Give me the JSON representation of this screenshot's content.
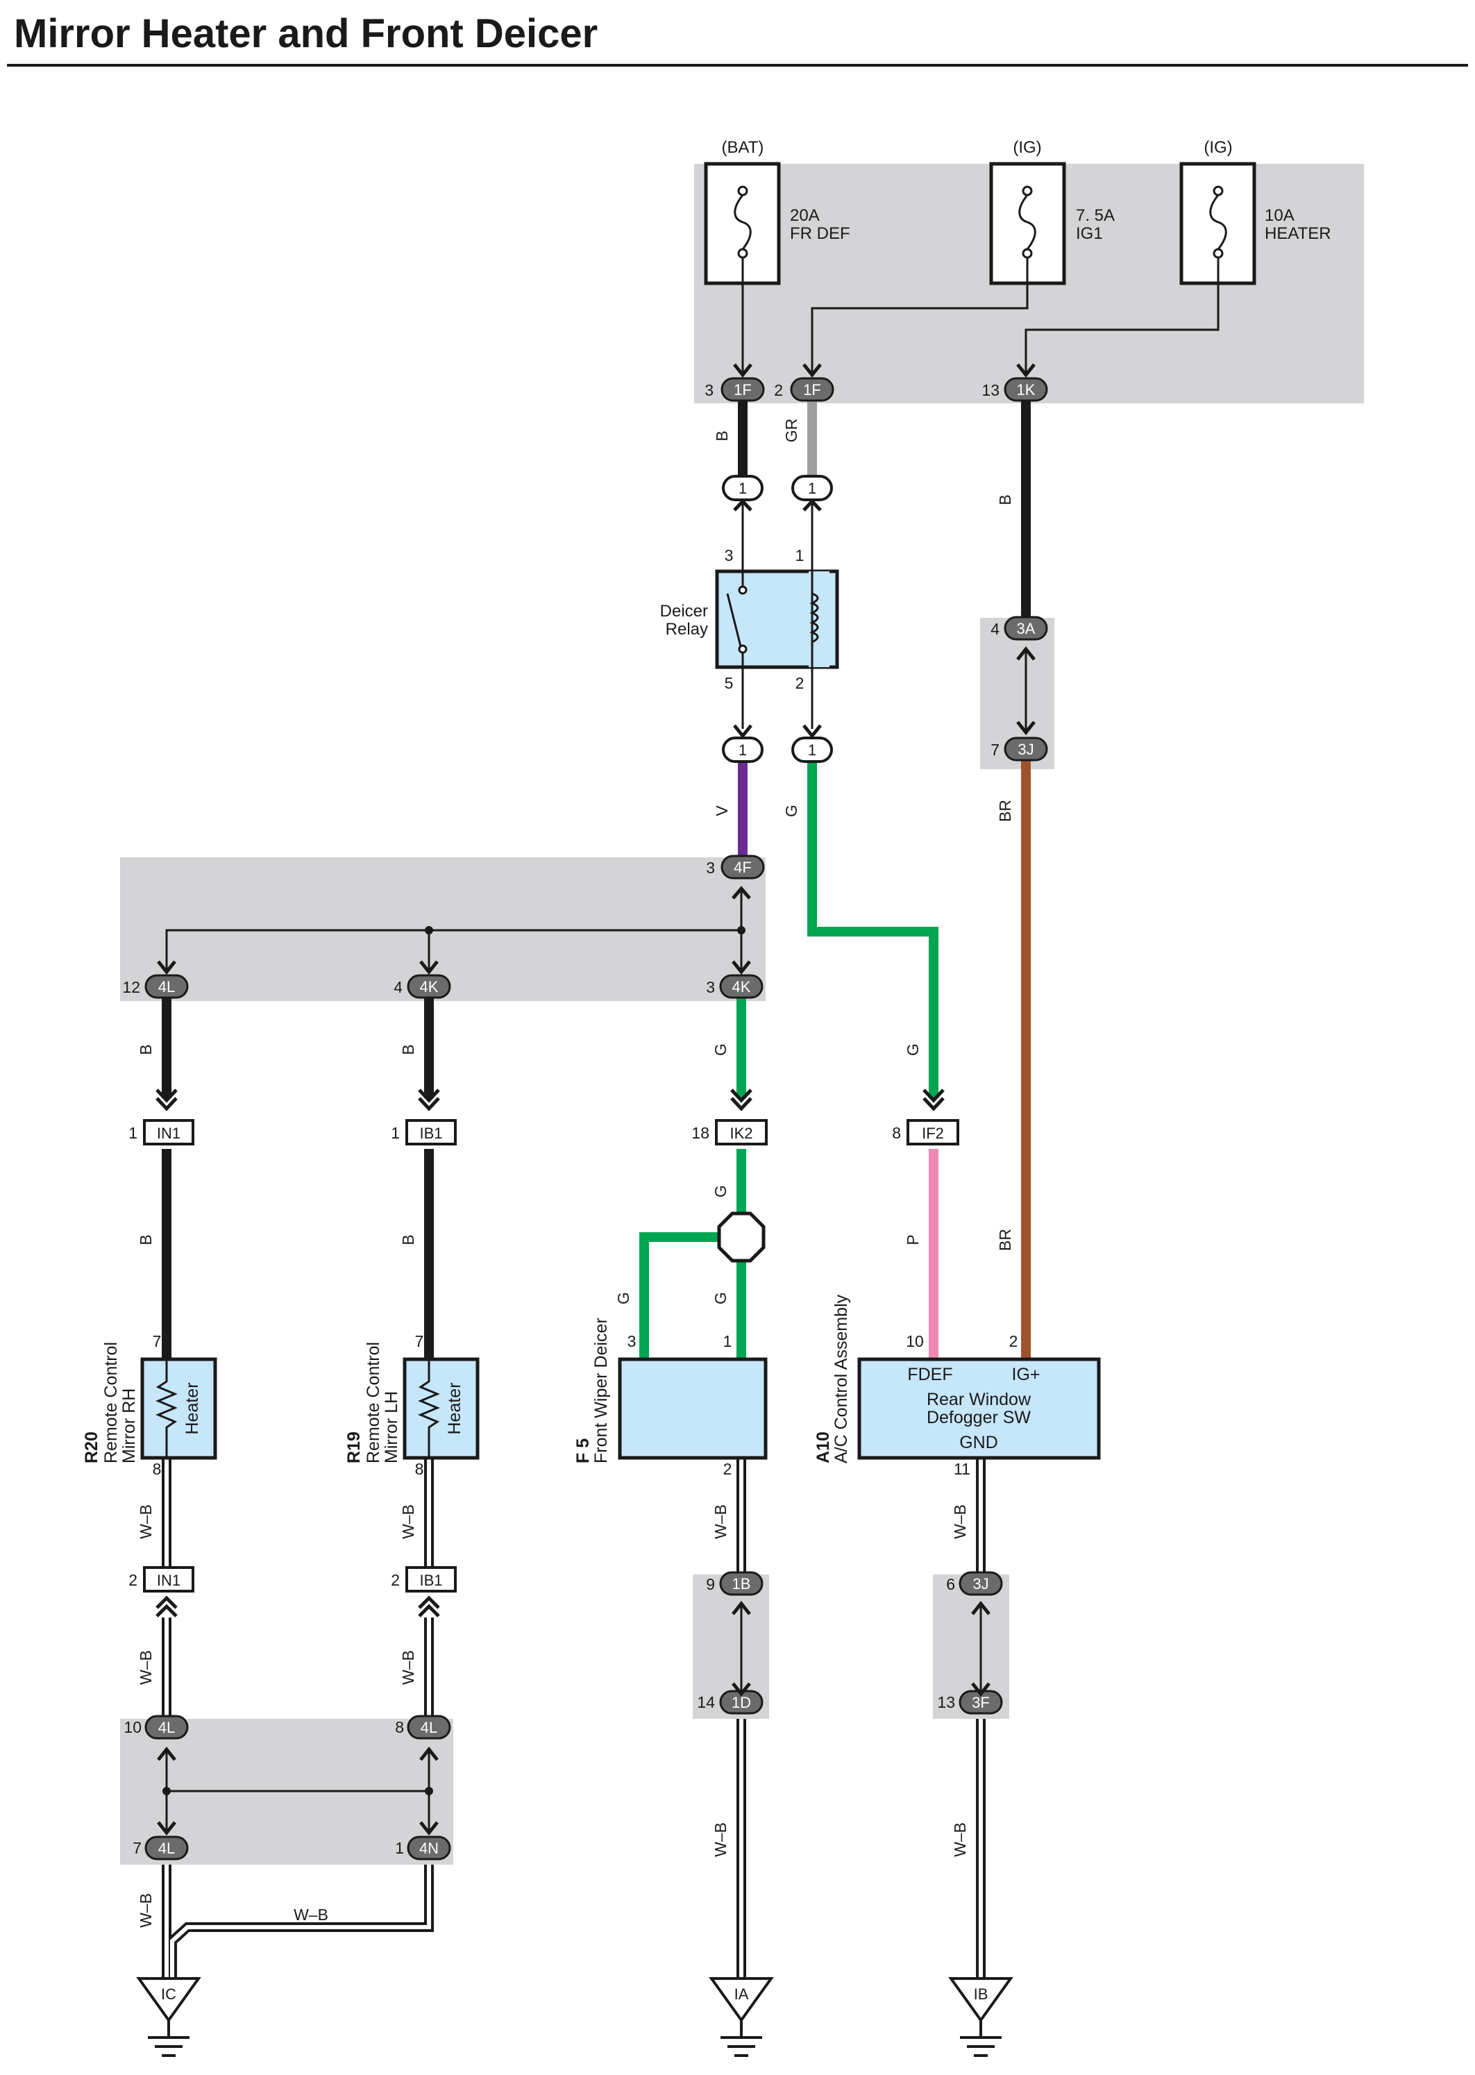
{
  "title": "Mirror Heater and Front Deicer",
  "colors": {
    "black": "#1a1a1a",
    "gray_wire": "#9e9e9e",
    "violet": "#6a2c91",
    "green": "#00a651",
    "pink": "#ee88b4",
    "brown": "#a0522d",
    "junction_box": "#d4d4d6",
    "component_fill": "#c6e6fa"
  },
  "fuses": [
    {
      "source": "(BAT)",
      "rating": "20A",
      "name": "FR DEF"
    },
    {
      "source": "(IG)",
      "rating": "7. 5A",
      "name": "IG1"
    },
    {
      "source": "(IG)",
      "rating": "10A",
      "name": "HEATER"
    }
  ],
  "connectors": {
    "c1F_a": {
      "pin": "3",
      "id": "1F"
    },
    "c1F_b": {
      "pin": "2",
      "id": "1F"
    },
    "c1K": {
      "pin": "13",
      "id": "1K"
    },
    "r_in1": "1",
    "r_in2": "1",
    "r_out1": "1",
    "r_out2": "1",
    "c3A": {
      "pin": "4",
      "id": "3A"
    },
    "c3J_top": {
      "pin": "7",
      "id": "3J"
    },
    "c4F": {
      "pin": "3",
      "id": "4F"
    },
    "c4L_top": {
      "pin": "12",
      "id": "4L"
    },
    "c4K_a": {
      "pin": "4",
      "id": "4K"
    },
    "c4K_b": {
      "pin": "3",
      "id": "4K"
    },
    "IN1_top": {
      "pin": "1",
      "id": "IN1"
    },
    "IB1_top": {
      "pin": "1",
      "id": "IB1"
    },
    "IK2": {
      "pin": "18",
      "id": "IK2"
    },
    "IF2": {
      "pin": "8",
      "id": "IF2"
    },
    "IN1_bot": {
      "pin": "2",
      "id": "IN1"
    },
    "IB1_bot": {
      "pin": "2",
      "id": "IB1"
    },
    "c1B": {
      "pin": "9",
      "id": "1B"
    },
    "c1D": {
      "pin": "14",
      "id": "1D"
    },
    "c3J_bot": {
      "pin": "6",
      "id": "3J"
    },
    "c3F": {
      "pin": "13",
      "id": "3F"
    },
    "c4L_m1": {
      "pin": "10",
      "id": "4L"
    },
    "c4L_m2": {
      "pin": "8",
      "id": "4L"
    },
    "c4L_m3": {
      "pin": "7",
      "id": "4L"
    },
    "c4N": {
      "pin": "1",
      "id": "4N"
    }
  },
  "relay": {
    "name_line1": "Deicer",
    "name_line2": "Relay",
    "pins": [
      "3",
      "1",
      "5",
      "2"
    ]
  },
  "wire_colors": {
    "B": "B",
    "GR": "GR",
    "V": "V",
    "G": "G",
    "BR": "BR",
    "P": "P",
    "WB": "W–B"
  },
  "components": {
    "r20": {
      "code": "R20",
      "name_line1": "Remote Control",
      "name_line2": "Mirror RH",
      "element": "Heater",
      "pin_top": "7",
      "pin_bottom": "8"
    },
    "r19": {
      "code": "R19",
      "name_line1": "Remote Control",
      "name_line2": "Mirror LH",
      "element": "Heater",
      "pin_top": "7",
      "pin_bottom": "8"
    },
    "f5": {
      "code": "F 5",
      "name": "Front Wiper Deicer",
      "pin_left": "3",
      "pin_right": "1",
      "pin_bottom": "2"
    },
    "a10": {
      "code": "A10",
      "name": "A/C Control Assembly",
      "term_left": "FDEF",
      "term_right": "IG+",
      "body_line1": "Rear Window",
      "body_line2": "Defogger SW",
      "term_bottom": "GND",
      "pin_left": "10",
      "pin_right": "2",
      "pin_bottom": "11"
    }
  },
  "grounds": [
    "IC",
    "IA",
    "IB"
  ]
}
